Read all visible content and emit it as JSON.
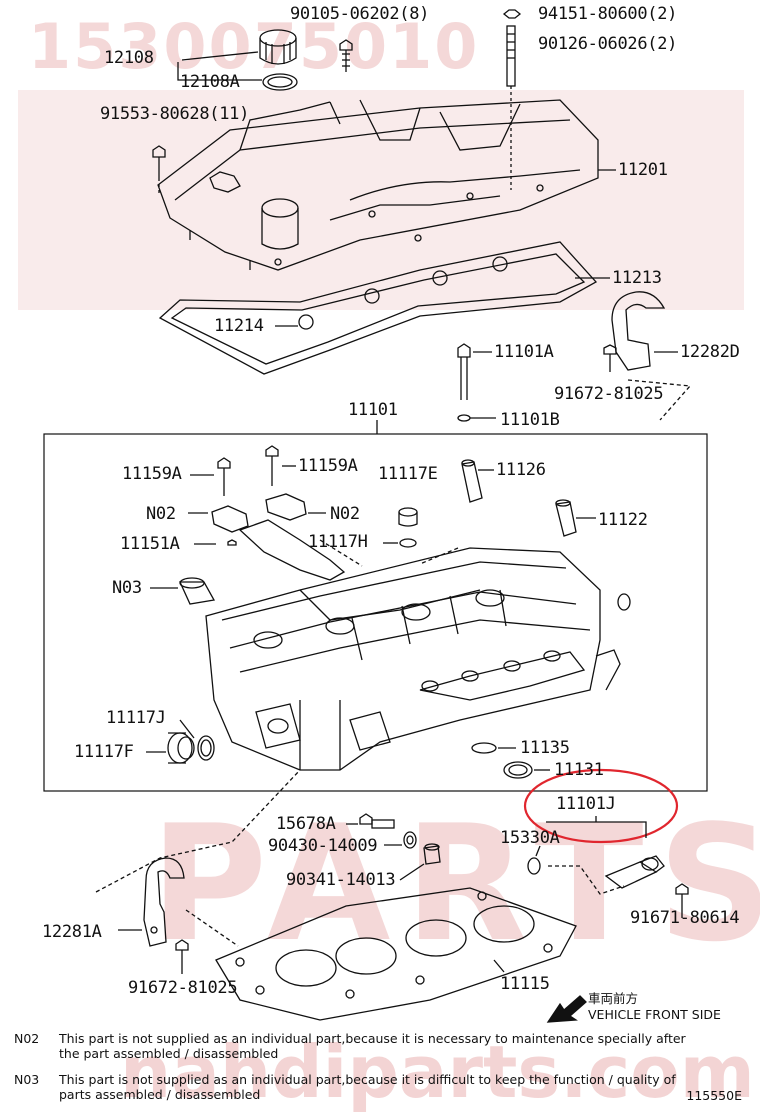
{
  "watermark": {
    "part_number": "1530075010",
    "site": "nahdiparts.com",
    "brand_parts": "PARTS"
  },
  "labels": {
    "p12108": "12108",
    "p12108A": "12108A",
    "p90105": "90105-06202(8)",
    "p94151": "94151-80600(2)",
    "p90126": "90126-06026(2)",
    "p91553": "91553-80628(11)",
    "p11201": "11201",
    "p11213": "11213",
    "p11214": "11214",
    "p11101A": "11101A",
    "p12282D": "12282D",
    "p91672a": "91672-81025",
    "p11101B": "11101B",
    "p11101": "11101",
    "p11159A_1": "11159A",
    "p11159A_2": "11159A",
    "p11117E": "11117E",
    "p11126": "11126",
    "pN02_1": "N02",
    "pN02_2": "N02",
    "p11122": "11122",
    "p11151A": "11151A",
    "p11117H": "11117H",
    "pN03": "N03",
    "p11117J": "11117J",
    "p11117F": "11117F",
    "p11135": "11135",
    "p11131": "11131",
    "p11101J": "11101J",
    "p15678A": "15678A",
    "p15330A": "15330A",
    "p90430": "90430-14009",
    "p90341": "90341-14013",
    "p12281A": "12281A",
    "p91671": "91671-80614",
    "p91672b": "91672-81025",
    "p11115": "11115"
  },
  "direction": {
    "jp": "車両前方",
    "en": "VEHICLE FRONT SIDE"
  },
  "notes": [
    {
      "code": "N02",
      "text": "This part is not supplied as an individual part,because it is necessary to maintenance specially after the part assembled / disassembled"
    },
    {
      "code": "N03",
      "text": "This part is not supplied as an individual part,because it is difficult to keep the function / quality of parts assembled / disassembled"
    }
  ],
  "figure_number": "115550E",
  "colors": {
    "line": "#111111",
    "highlight": "#e0262e",
    "watermark": "#c83c3c"
  }
}
